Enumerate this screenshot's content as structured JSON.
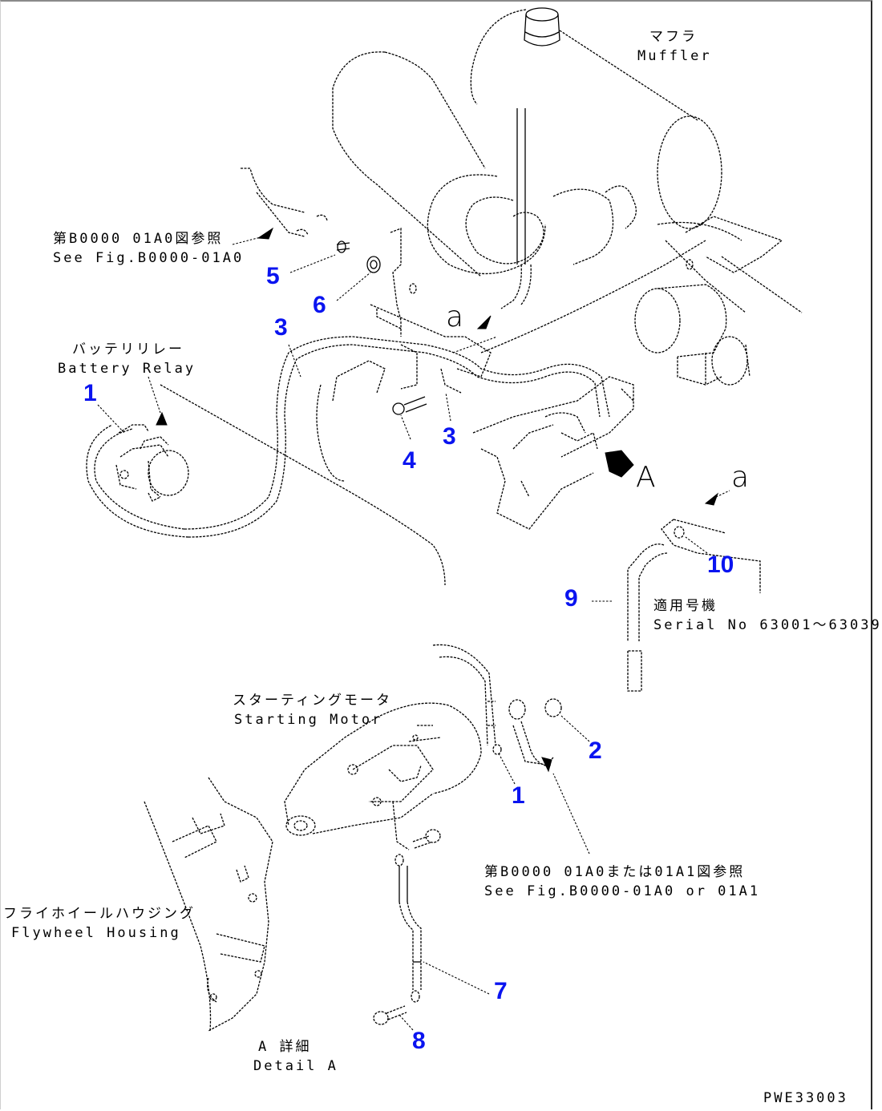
{
  "drawing_id": "PWE33003",
  "colors": {
    "callout": "#0a14f0",
    "line": "#000000",
    "background": "#ffffff"
  },
  "labels": {
    "muffler": {
      "jp": "マフラ",
      "en": "Muffler"
    },
    "ref_top": {
      "jp": "第B0000 01A0図参照",
      "en": "See Fig.B0000-01A0"
    },
    "battery_relay": {
      "jp": "バッテリリレー",
      "en": "Battery Relay"
    },
    "serial": {
      "jp": "適用号機",
      "en": "Serial No 63001～63039"
    },
    "starting_motor": {
      "jp": "スターティングモータ",
      "en": "Starting Motor"
    },
    "ref_bottom": {
      "jp": "第B0000 01A0または01A1図参照",
      "en": "See Fig.B0000-01A0 or 01A1"
    },
    "flywheel_housing": {
      "jp": "フライホイールハウジング",
      "en": "Flywheel Housing"
    },
    "detail_a": {
      "jp": "A 詳細",
      "en": "Detail A"
    }
  },
  "view_markers": {
    "a_top": "a",
    "a_right": "a",
    "view_a": "A"
  },
  "callouts": [
    {
      "id": "c1-top",
      "text": "1"
    },
    {
      "id": "c3-top",
      "text": "3"
    },
    {
      "id": "c5",
      "text": "5"
    },
    {
      "id": "c6",
      "text": "6"
    },
    {
      "id": "c4",
      "text": "4"
    },
    {
      "id": "c3-mid",
      "text": "3"
    },
    {
      "id": "c10",
      "text": "10"
    },
    {
      "id": "c9",
      "text": "9"
    },
    {
      "id": "c2",
      "text": "2"
    },
    {
      "id": "c1-bottom",
      "text": "1"
    },
    {
      "id": "c7",
      "text": "7"
    },
    {
      "id": "c8",
      "text": "8"
    }
  ]
}
